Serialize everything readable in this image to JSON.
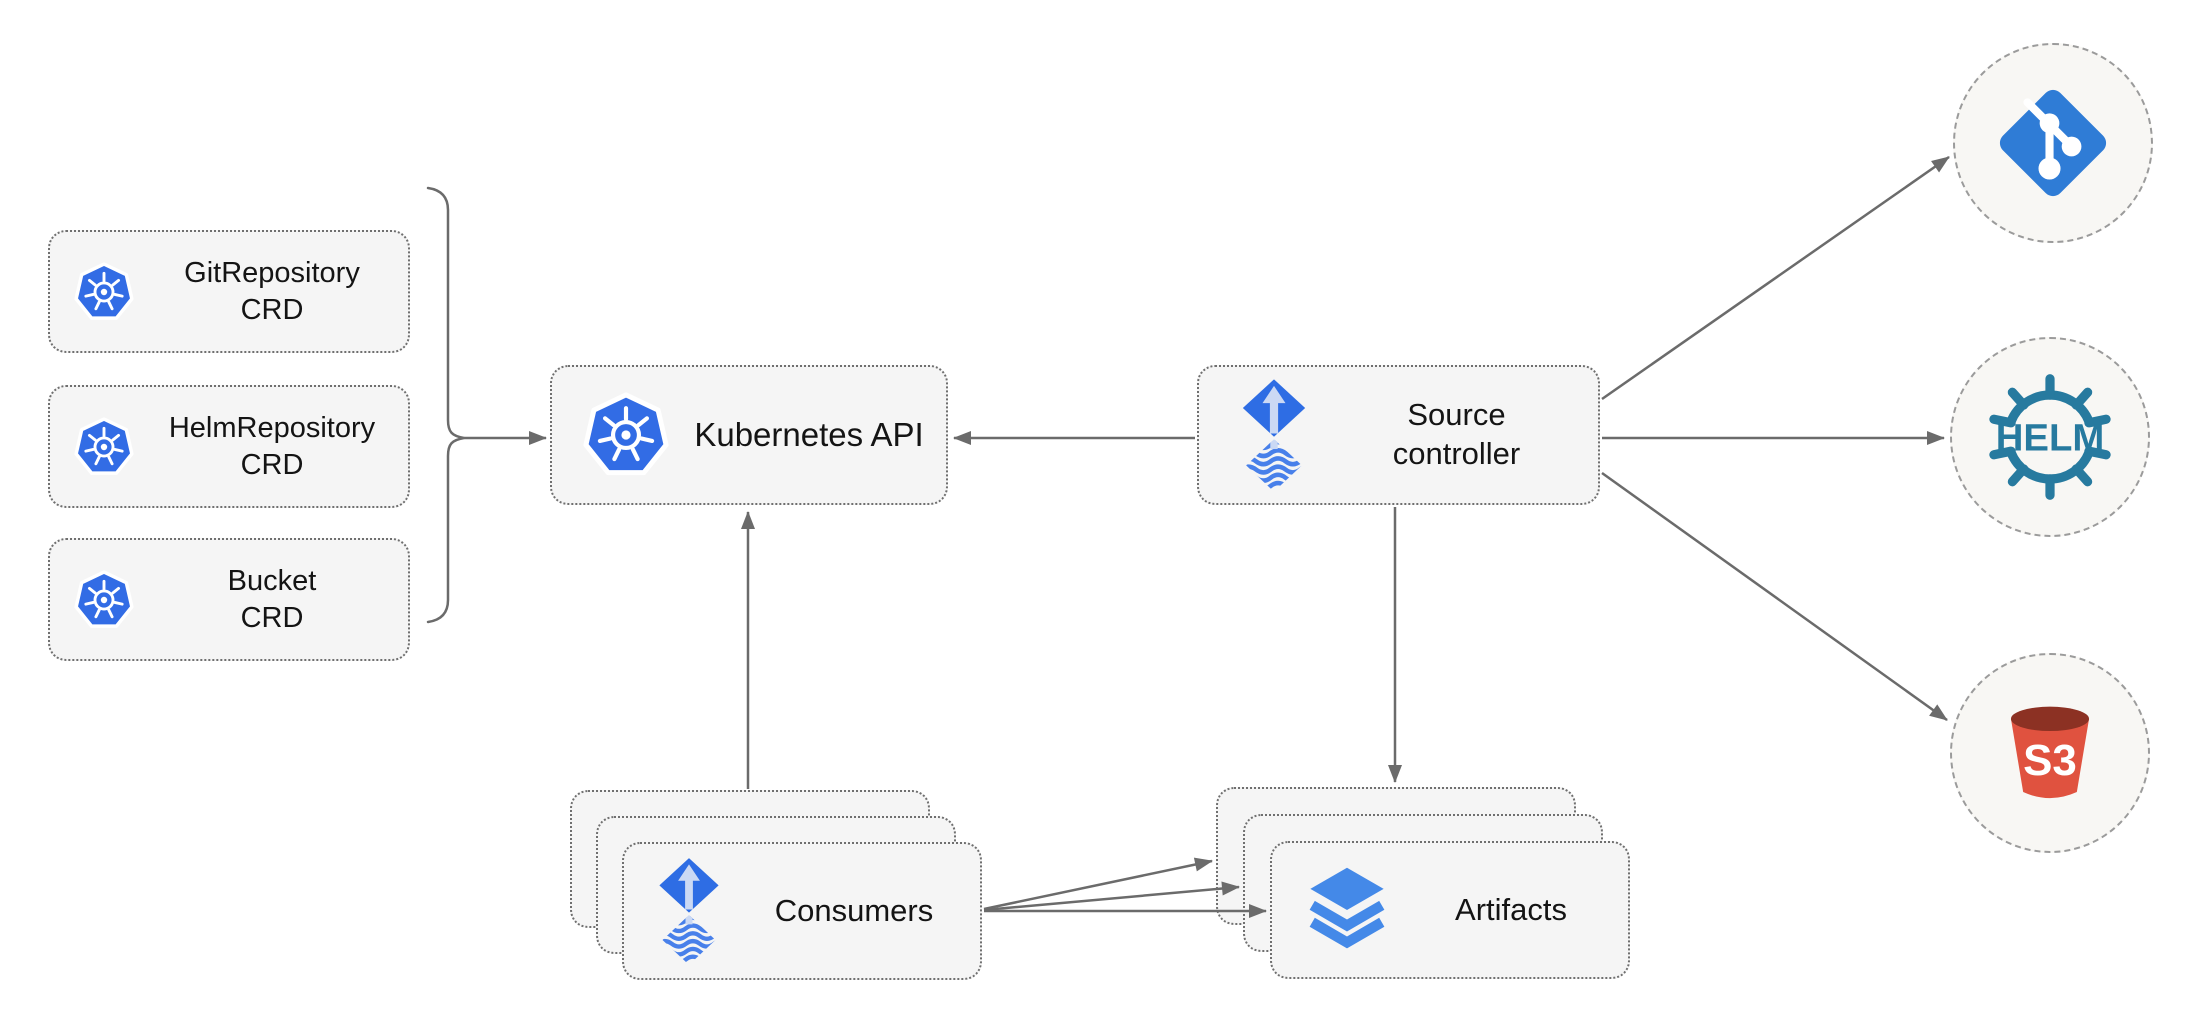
{
  "nodes": {
    "crds": [
      {
        "line1": "GitRepository",
        "line2": "CRD"
      },
      {
        "line1": "HelmRepository",
        "line2": "CRD"
      },
      {
        "line1": "Bucket",
        "line2": "CRD"
      }
    ],
    "kubernetes_api": {
      "label": "Kubernetes API"
    },
    "source_controller": {
      "line1": "Source",
      "line2": "controller"
    },
    "consumers": {
      "label": "Consumers"
    },
    "artifacts": {
      "label": "Artifacts"
    },
    "helm": {
      "label": "HELM"
    },
    "s3": {
      "label": "S3"
    }
  },
  "colors": {
    "kubernetes_blue": "#326CE5",
    "flux_blue": "#2E6DE4",
    "flux_arrow_light": "#CBD9F4",
    "flux_wave_blue": "#4880EA",
    "git_blue": "#2F7CD6",
    "helm_teal": "#277A9F",
    "s3_red": "#E0523F",
    "s3_dark_red": "#8C3123",
    "artifacts_blue": "#4489E8",
    "arrow_gray": "#6B6B6B",
    "node_fill": "#F5F5F5",
    "node_border": "#6F6F6F"
  }
}
